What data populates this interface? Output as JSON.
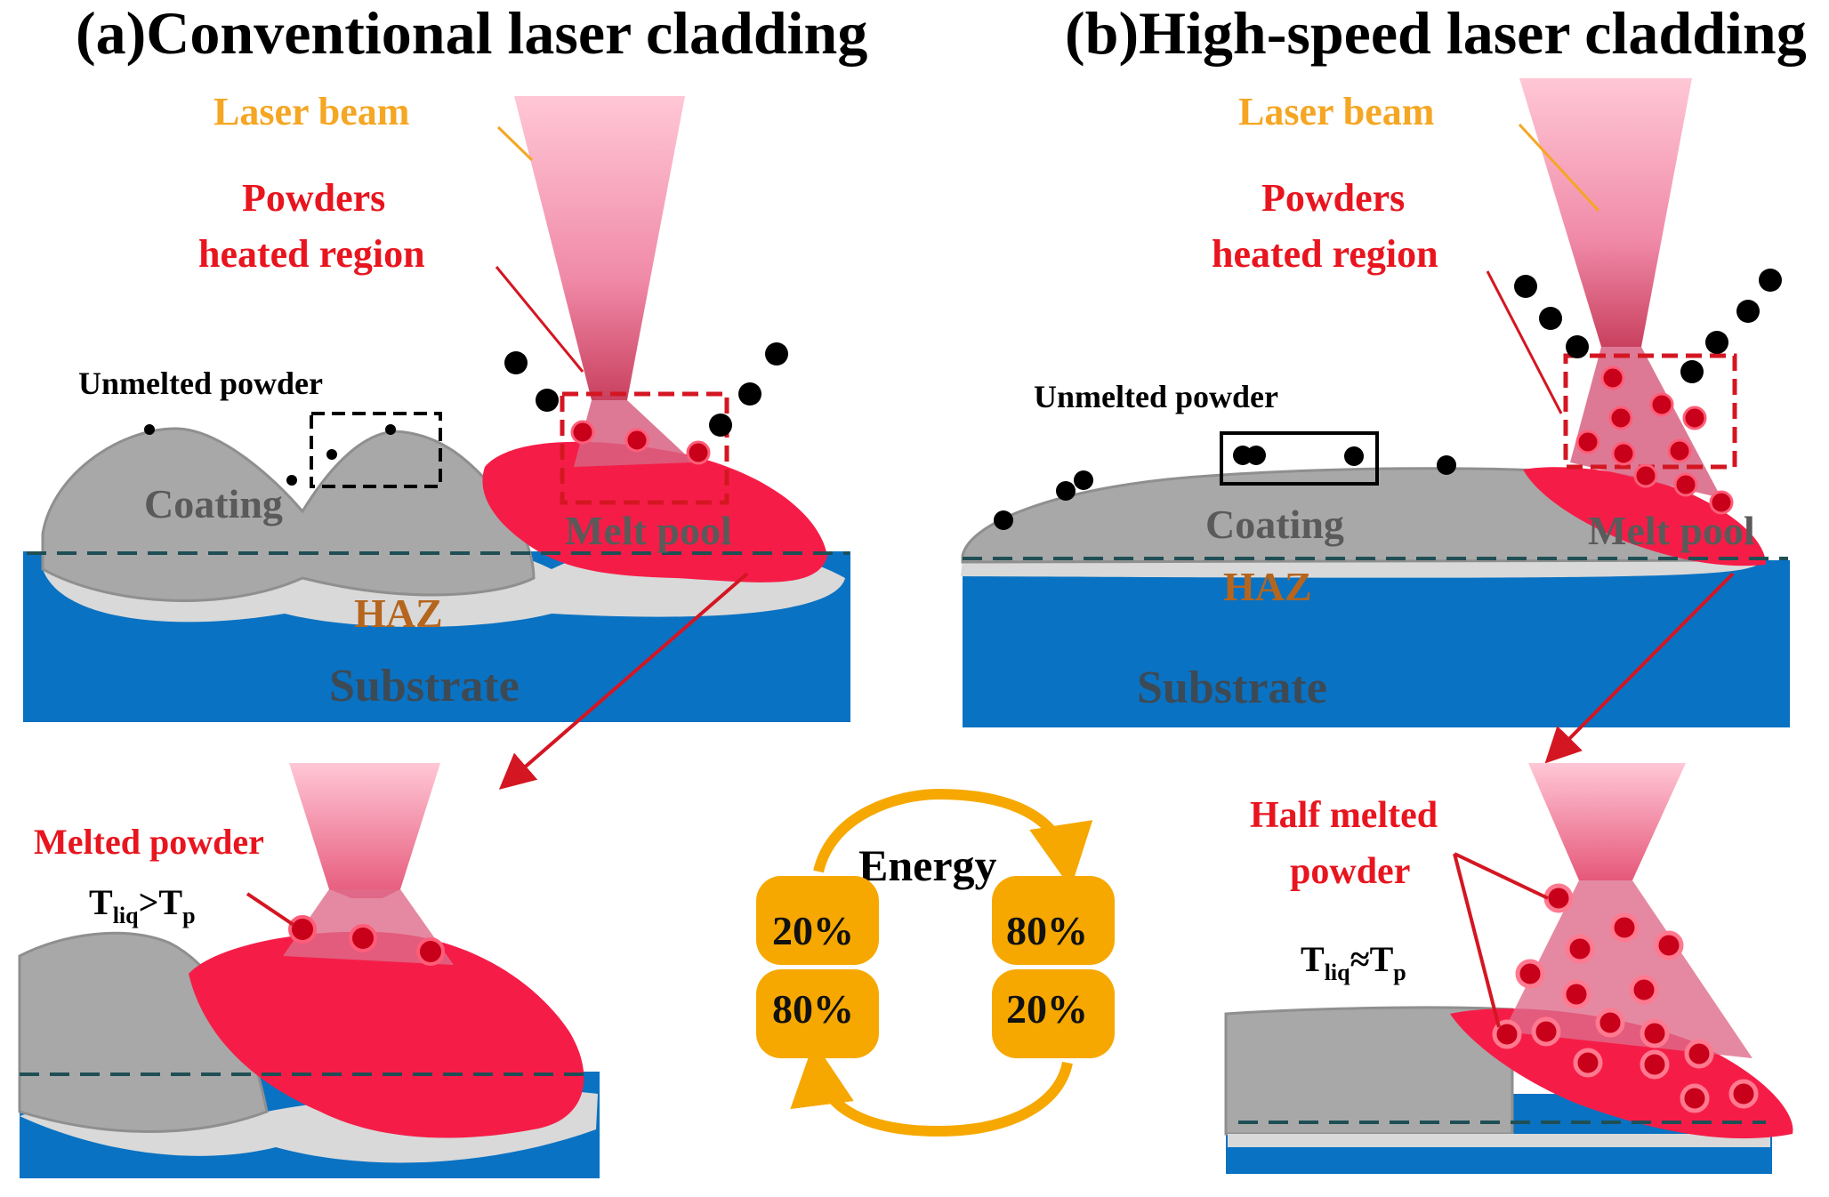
{
  "panel_a": {
    "title": "(a)Conventional laser cladding",
    "laser_beam": "Laser beam",
    "powders_line1": "Powders",
    "powders_line2": "heated region",
    "unmelted": "Unmelted powder",
    "coating": "Coating",
    "melt_pool": "Melt pool",
    "haz": "HAZ",
    "substrate": "Substrate",
    "melted_powder": "Melted powder",
    "temp_t1": "T",
    "temp_s1": "liq",
    "temp_op": ">T",
    "temp_s2": "p"
  },
  "panel_b": {
    "title": "(b)High-speed laser cladding",
    "laser_beam": "Laser beam",
    "powders_line1": "Powders",
    "powders_line2": "heated region",
    "unmelted": "Unmelted powder",
    "coating": "Coating",
    "melt_pool": "Melt pool",
    "haz": "HAZ",
    "substrate": "Substrate",
    "half_line1": "Half melted",
    "half_line2": "powder",
    "temp_t1": "T",
    "temp_s1": "liq",
    "temp_op": "≈T",
    "temp_s2": "p"
  },
  "energy": {
    "label": "Energy",
    "left_top": "20%",
    "left_bottom": "80%",
    "right_top": "80%",
    "right_bottom": "20%"
  },
  "colors": {
    "substrate": "#0a72c2",
    "coating": "#a8a8a8",
    "haz": "#d9d9d9",
    "melt_pool": "#f51d47",
    "laser": "#f7a6bd",
    "energy": "#f6a800",
    "label_orange": "#f5a623",
    "label_red": "#e8151f"
  }
}
